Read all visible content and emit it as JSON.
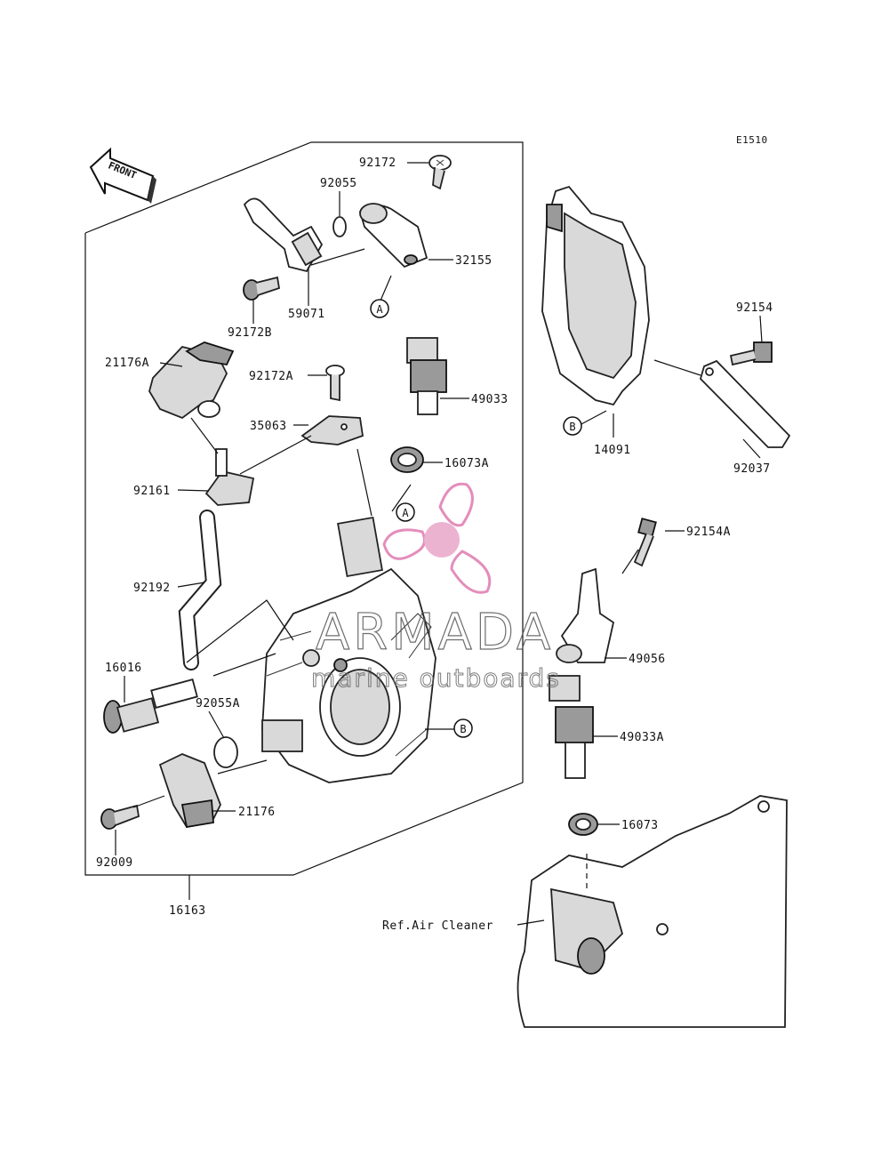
{
  "diagram_code": "E1510",
  "front_label": "FRONT",
  "reference_labels": [
    "A",
    "B"
  ],
  "part_labels": {
    "p92172": "92172",
    "p92055": "92055",
    "p32155": "32155",
    "p59071": "59071",
    "p92172B": "92172B",
    "p21176A": "21176A",
    "p92172A": "92172A",
    "p49033": "49033",
    "p35063": "35063",
    "p16073A": "16073A",
    "p92161": "92161",
    "p92192": "92192",
    "p16016": "16016",
    "p92055A": "92055A",
    "p21176": "21176",
    "p92009": "92009",
    "p16163": "16163",
    "p92154": "92154",
    "p14091": "14091",
    "p92037": "92037",
    "p92154A": "92154A",
    "p49056": "49056",
    "p49033A": "49033A",
    "p16073": "16073",
    "ref_air_cleaner": "Ref.Air Cleaner"
  },
  "watermark": {
    "brand": "ARMADA",
    "tagline": "marine outboards",
    "color": "#e07ab0"
  }
}
